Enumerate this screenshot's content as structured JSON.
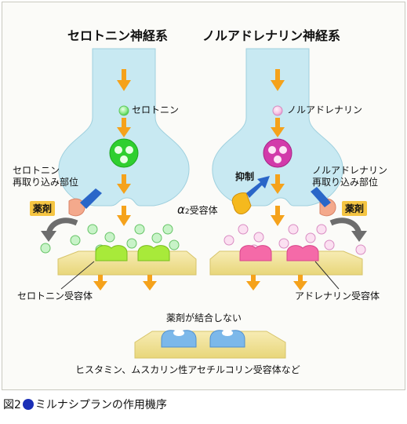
{
  "headings": {
    "serotonin_system": "セロトニン神経系",
    "noradrenaline_system": "ノルアドレナリン神経系"
  },
  "left": {
    "transmitter_label": "セロトニン",
    "reuptake_label_line1": "セロトニン",
    "reuptake_label_line2": "再取り込み部位",
    "drug_badge": "薬剤",
    "receptor_label": "セロトニン受容体"
  },
  "right": {
    "transmitter_label": "ノルアドレナリン",
    "reuptake_label_line1": "ノルアドレナリン",
    "reuptake_label_line2": "再取り込み部位",
    "drug_badge": "薬剤",
    "inhibition_label": "抑制",
    "alpha2_symbol": "α",
    "alpha2_subscript": "2",
    "alpha2_suffix": "受容体",
    "receptor_label": "アドレナリン受容体"
  },
  "bottom": {
    "not_binding_label": "薬剤が結合しない",
    "other_receptors_label": "ヒスタミン、ムスカリン性アセチルコリン受容体など"
  },
  "caption": {
    "prefix": "図2",
    "title": "ミルナシプランの作用機序"
  },
  "colors": {
    "neuron": "#c8e9f2",
    "arrow": "#f5a21b",
    "serotonin": "#35d43a",
    "noradrenaline": "#d63fb0",
    "membrane": "#f2e29a",
    "drug": "#f4a98c",
    "blue_receptor": "#7cb8ea"
  }
}
